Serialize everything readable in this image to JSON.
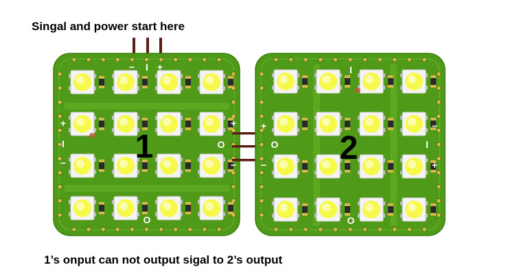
{
  "captions": {
    "top": "Singal and power start here",
    "bottom": "1’s onput can not output sigal to 2’s output"
  },
  "boards": [
    {
      "label": "1",
      "marks": {
        "top": [
          "−",
          "I",
          "+"
        ],
        "left": [
          "+",
          "I",
          "−"
        ],
        "right": [
          "+",
          "O",
          "−"
        ],
        "bottom": [
          "O"
        ]
      }
    },
    {
      "label": "2",
      "marks": {
        "top": [
          "I"
        ],
        "left": [
          "+",
          "O",
          "−"
        ],
        "right": [
          "−",
          "I",
          "+"
        ],
        "bottom": [
          "O"
        ]
      }
    }
  ],
  "colors": {
    "pcb": "#4f9a18",
    "pcb_dark": "#2f6e0c",
    "trace": "#6ab52a",
    "pad": "#d9b84a",
    "led_body": "#f4f4f4",
    "led_light": "#f6f94a",
    "wire": "#5a1e12"
  }
}
